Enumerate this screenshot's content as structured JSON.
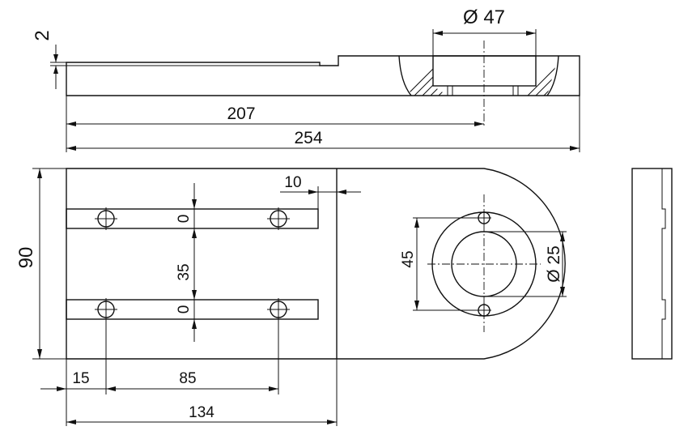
{
  "drawing": {
    "dimensions": {
      "diameter_top": "Ø 47",
      "thickness": "2",
      "len_207": "207",
      "len_254": "254",
      "height_90": "90",
      "offset_10": "10",
      "spacing_35": "35",
      "slot_zero_top": "0",
      "slot_zero_bottom": "0",
      "dist_15": "15",
      "dist_85": "85",
      "width_134": "134",
      "bolt_circle_45": "45",
      "bore_25": "Ø 25"
    }
  }
}
